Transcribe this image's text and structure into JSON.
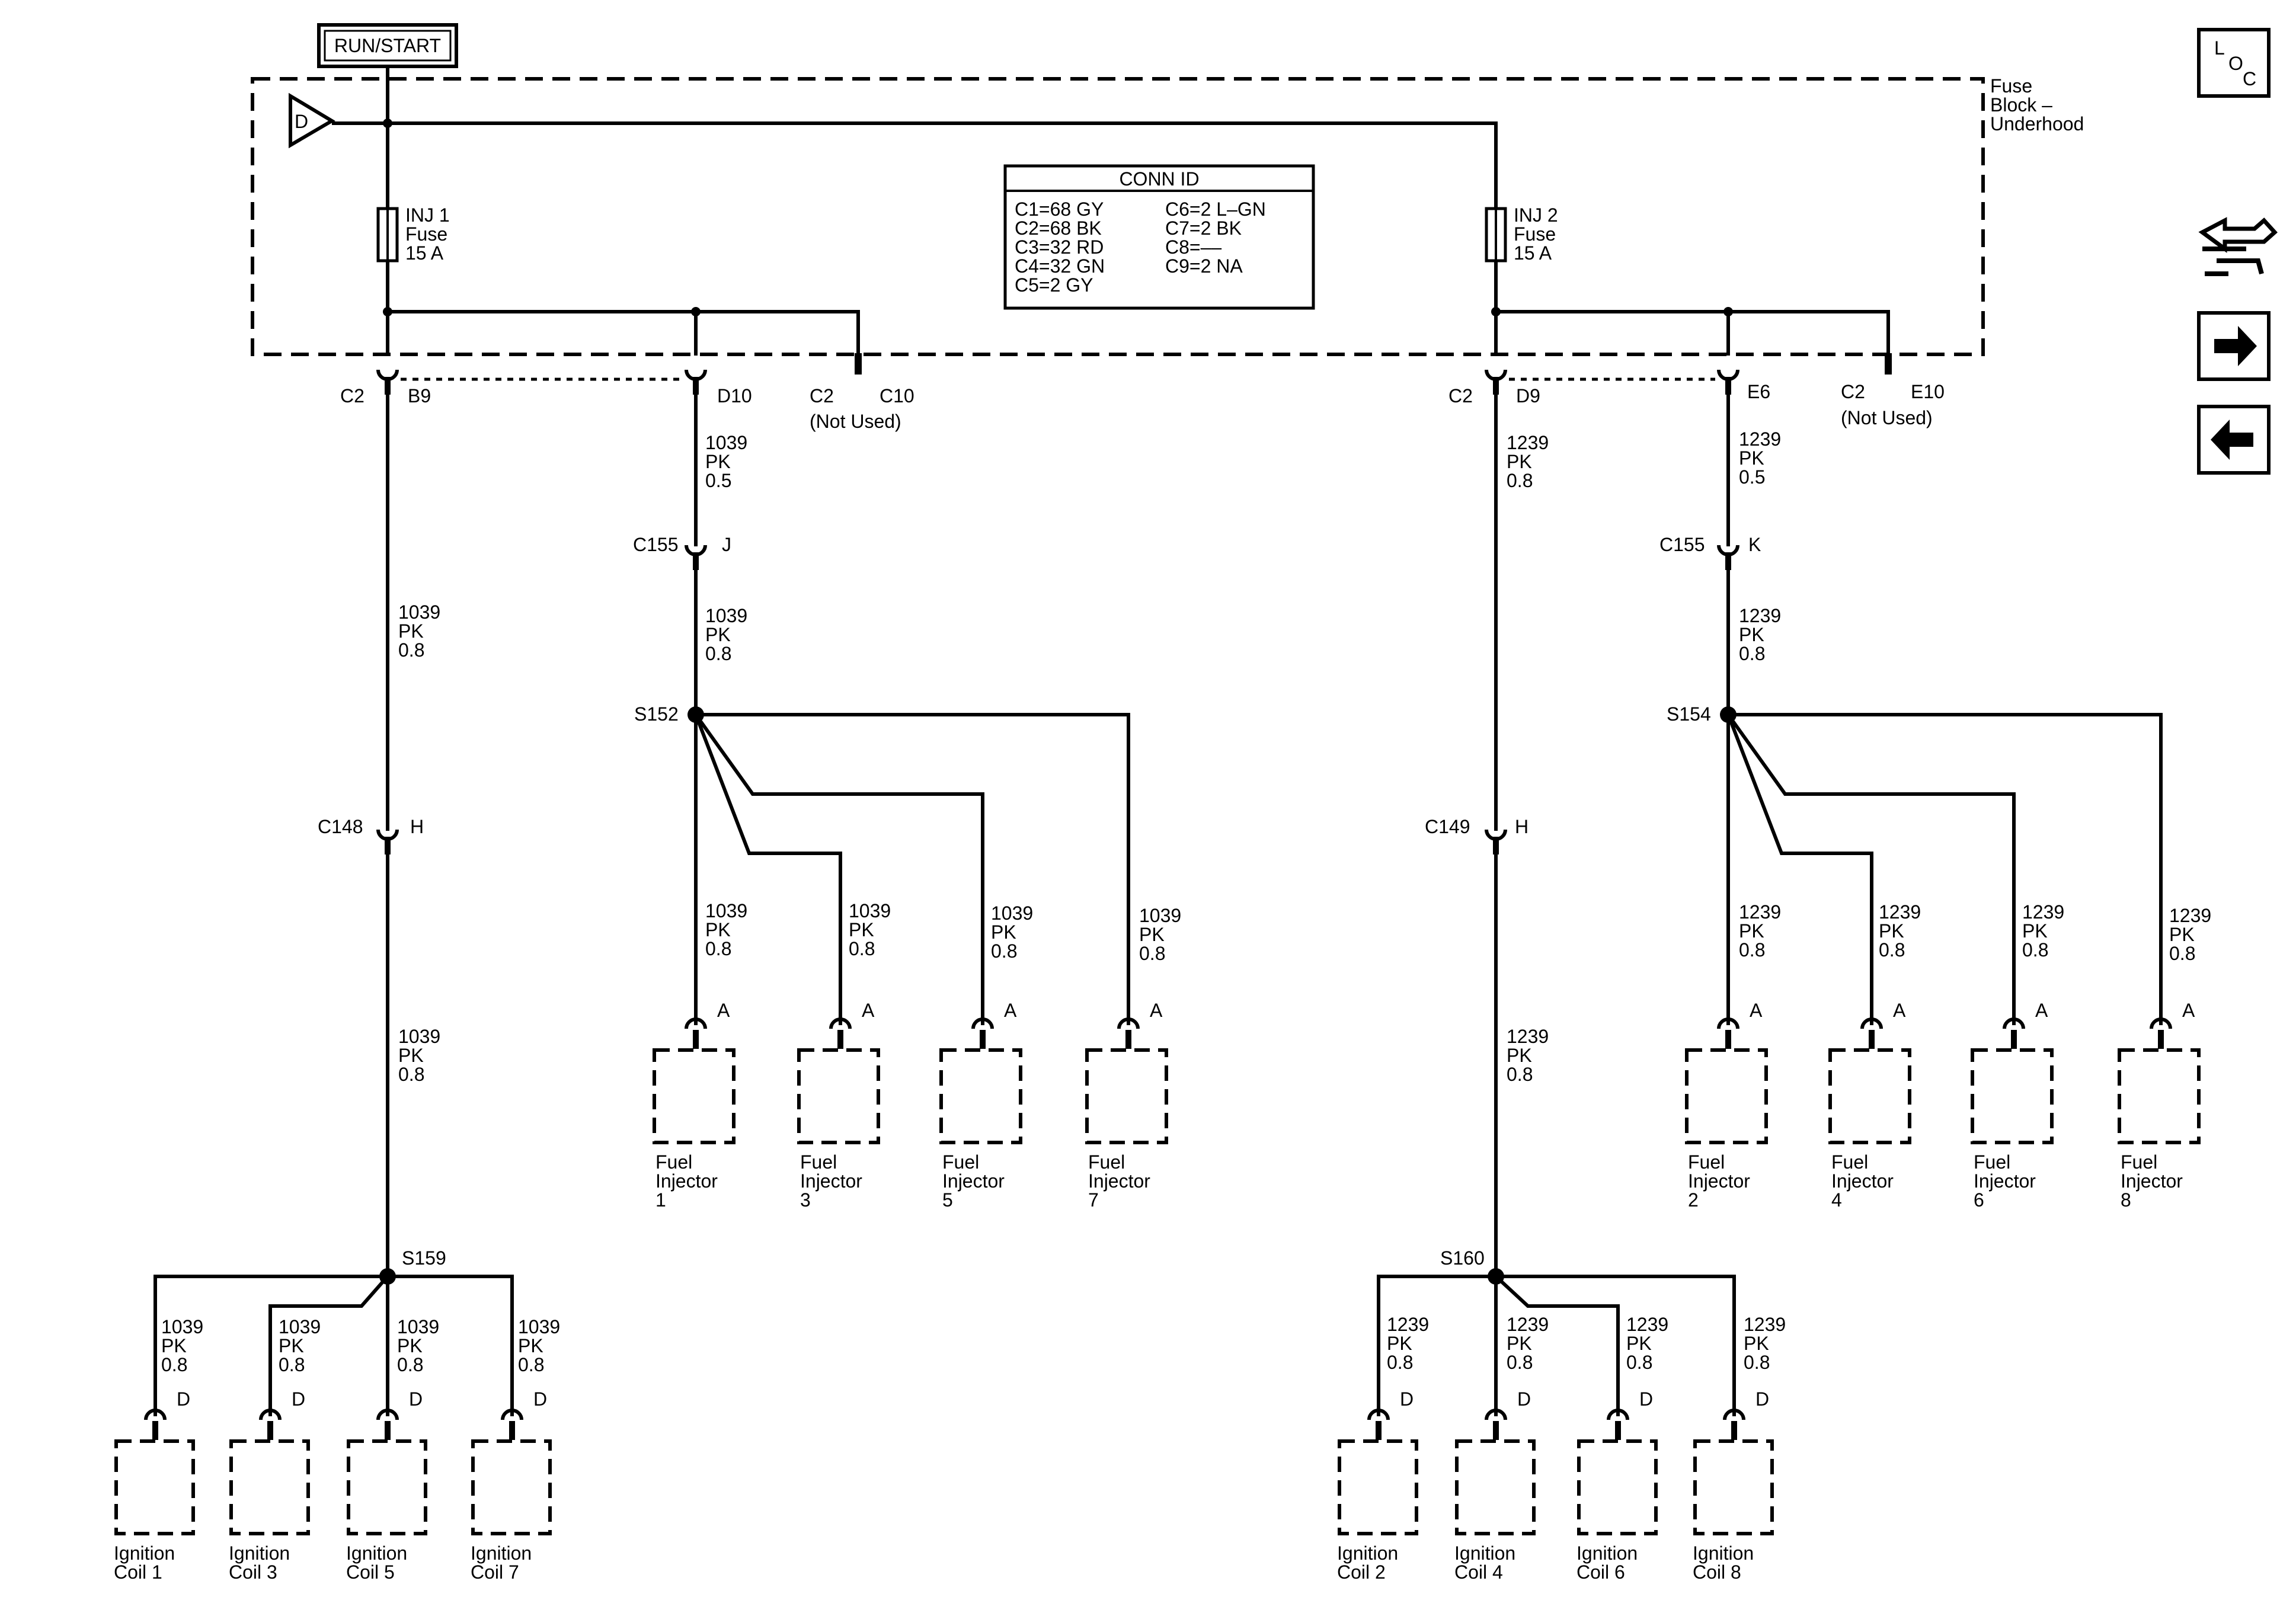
{
  "run_start_label": "RUN/START",
  "fuse_block_label": [
    "Fuse",
    "Block –",
    "Underhood"
  ],
  "d_tag": "D",
  "conn_id": {
    "title": "CONN ID",
    "left": [
      "C1=68 GY",
      "C2=68 BK",
      "C3=32 RD",
      "C4=32 GN",
      "C5=2 GY"
    ],
    "right": [
      "C6=2 L–GN",
      "C7=2 BK",
      "C8=––",
      "C9=2 NA"
    ]
  },
  "fuses": [
    {
      "lines": [
        "INJ 1",
        "Fuse",
        "15 A"
      ]
    },
    {
      "lines": [
        "INJ 2",
        "Fuse",
        "15 A"
      ]
    }
  ],
  "fuse_block_pins": {
    "left": [
      {
        "conn": "C2",
        "pin": "B9"
      },
      {
        "conn": "",
        "pin": "D10"
      },
      {
        "conn": "C2",
        "pin": "C10",
        "note": "(Not Used)"
      }
    ],
    "right": [
      {
        "conn": "C2",
        "pin": "D9"
      },
      {
        "conn": "",
        "pin": "E6"
      },
      {
        "conn": "C2",
        "pin": "E10",
        "note": "(Not Used)"
      }
    ]
  },
  "wires": {
    "w1039_05": [
      "1039",
      "PK",
      "0.5"
    ],
    "w1039_08": [
      "1039",
      "PK",
      "0.8"
    ],
    "w1239_05": [
      "1239",
      "PK",
      "0.5"
    ],
    "w1239_08": [
      "1239",
      "PK",
      "0.8"
    ]
  },
  "inline_connectors": [
    {
      "conn": "C155",
      "pin": "J"
    },
    {
      "conn": "C155",
      "pin": "K"
    },
    {
      "conn": "C148",
      "pin": "H"
    },
    {
      "conn": "C149",
      "pin": "H"
    }
  ],
  "splices": [
    "S152",
    "S154",
    "S159",
    "S160"
  ],
  "injector_pin": "A",
  "coil_pin": "D",
  "fuel_injectors_left": [
    {
      "l1": "Fuel",
      "l2": "Injector",
      "l3": "1"
    },
    {
      "l1": "Fuel",
      "l2": "Injector",
      "l3": "3"
    },
    {
      "l1": "Fuel",
      "l2": "Injector",
      "l3": "5"
    },
    {
      "l1": "Fuel",
      "l2": "Injector",
      "l3": "7"
    }
  ],
  "fuel_injectors_right": [
    {
      "l1": "Fuel",
      "l2": "Injector",
      "l3": "2"
    },
    {
      "l1": "Fuel",
      "l2": "Injector",
      "l3": "4"
    },
    {
      "l1": "Fuel",
      "l2": "Injector",
      "l3": "6"
    },
    {
      "l1": "Fuel",
      "l2": "Injector",
      "l3": "8"
    }
  ],
  "ignition_coils_left": [
    {
      "l1": "Ignition",
      "l2": "Coil 1"
    },
    {
      "l1": "Ignition",
      "l2": "Coil 3"
    },
    {
      "l1": "Ignition",
      "l2": "Coil 5"
    },
    {
      "l1": "Ignition",
      "l2": "Coil 7"
    }
  ],
  "ignition_coils_right": [
    {
      "l1": "Ignition",
      "l2": "Coil 2"
    },
    {
      "l1": "Ignition",
      "l2": "Coil 4"
    },
    {
      "l1": "Ignition",
      "l2": "Coil 6"
    },
    {
      "l1": "Ignition",
      "l2": "Coil 8"
    }
  ],
  "nav": {
    "loc": {
      "l": "L",
      "o": "O",
      "c": "C"
    },
    "connector_icon": "connector-locator-icon",
    "next_icon": "arrow-right-icon",
    "prev_icon": "arrow-left-icon"
  }
}
